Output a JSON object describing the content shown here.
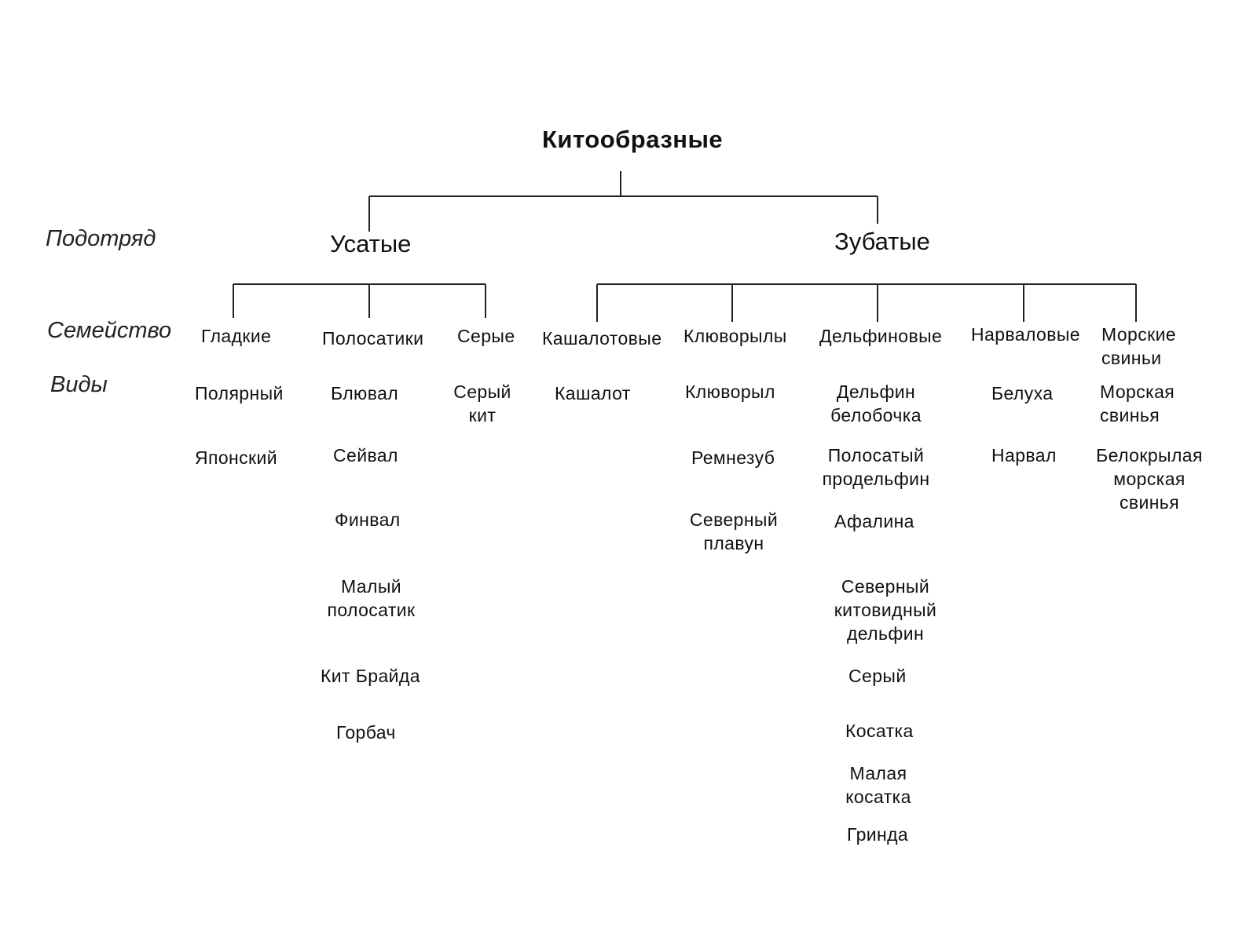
{
  "diagram": {
    "title": "Китообразные",
    "row_labels": {
      "suborder": "Подотряд",
      "family": "Семейство",
      "species": "Виды"
    },
    "suborders": [
      {
        "name": "Усатые"
      },
      {
        "name": "Зубатые"
      }
    ],
    "families": [
      {
        "name": "Гладкие",
        "suborder": "Усатые",
        "species": [
          "Полярный",
          "Японский"
        ]
      },
      {
        "name": "Полосатики",
        "suborder": "Усатые",
        "species": [
          "Блювал",
          "Сейвал",
          "Финвал",
          "Малый полосатик",
          "Кит Брайда",
          "Горбач"
        ]
      },
      {
        "name": "Серые",
        "suborder": "Усатые",
        "species": [
          "Серый кит"
        ]
      },
      {
        "name": "Кашалотовые",
        "suborder": "Зубатые",
        "species": [
          "Кашалот"
        ]
      },
      {
        "name": "Клюворылы",
        "suborder": "Зубатые",
        "species": [
          "Клюворыл",
          "Ремнезуб",
          "Северный плавун"
        ]
      },
      {
        "name": "Дельфиновые",
        "suborder": "Зубатые",
        "species": [
          "Дельфин белобочка",
          "Полосатый продельфин",
          "Афалина",
          "Северный китовидный дельфин",
          "Серый",
          "Косатка",
          "Малая косатка",
          "Гринда"
        ]
      },
      {
        "name": "Нарваловые",
        "suborder": "Зубатые",
        "species": [
          "Белуха",
          "Нарвал"
        ]
      },
      {
        "name": "Морские свиньи",
        "suborder": "Зубатые",
        "species": [
          "Морская свинья",
          "Белокрылая морская свинья"
        ]
      }
    ]
  }
}
